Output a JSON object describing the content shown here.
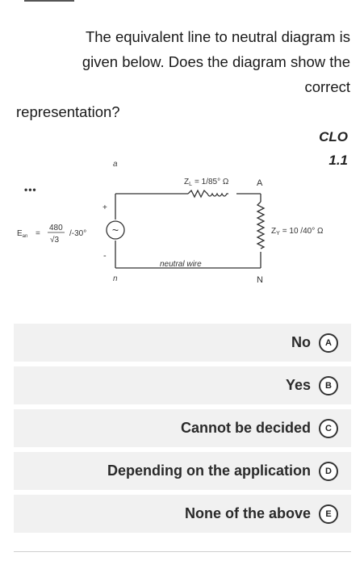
{
  "question": {
    "line1": "The equivalent line to neutral diagram is",
    "line2": "given below. Does the diagram show the",
    "line3": "correct",
    "line4": "representation?"
  },
  "clo": {
    "label": "CLO",
    "value": "1.1"
  },
  "diagram": {
    "node_a": "a",
    "node_A": "A",
    "node_n": "n",
    "node_N": "N",
    "plus": "+",
    "minus": "-",
    "source_symbol": "~",
    "source_label": "E",
    "source_sub": "an",
    "eq": "=",
    "num": "480",
    "den": "√3",
    "angle": "/-30°",
    "line_z": "Z",
    "line_z_sub": "L",
    "line_z_val": "= 1/85° Ω",
    "load_z": "Z",
    "load_z_sub": "Y",
    "load_z_val": "= 10 /40° Ω",
    "neutral_wire": "neutral wire"
  },
  "options": [
    {
      "label": "No",
      "letter": "A"
    },
    {
      "label": "Yes",
      "letter": "B"
    },
    {
      "label": "Cannot be decided",
      "letter": "C"
    },
    {
      "label": "Depending on the application",
      "letter": "D"
    },
    {
      "label": "None of the above",
      "letter": "E"
    }
  ]
}
